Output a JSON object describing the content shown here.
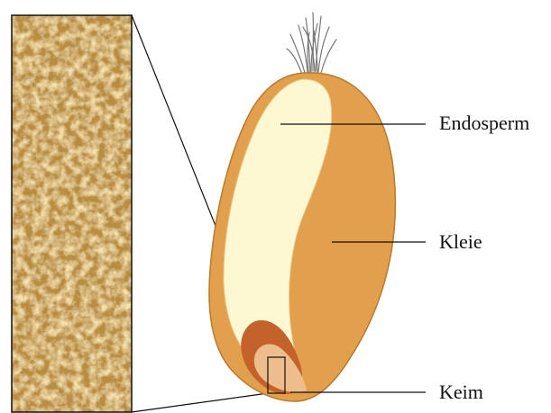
{
  "labels": {
    "endosperm": "Endosperm",
    "bran": "Kleie",
    "germ": "Keim"
  },
  "colors": {
    "endosperm_fill": "#fdf7d2",
    "bran_fill": "#e2a04c",
    "bran_edge": "#b87a2e",
    "germ_outer": "#c4622c",
    "germ_inner": "#edbd8c",
    "bran_texture_base": "#b98d3f",
    "outline": "#111111"
  }
}
